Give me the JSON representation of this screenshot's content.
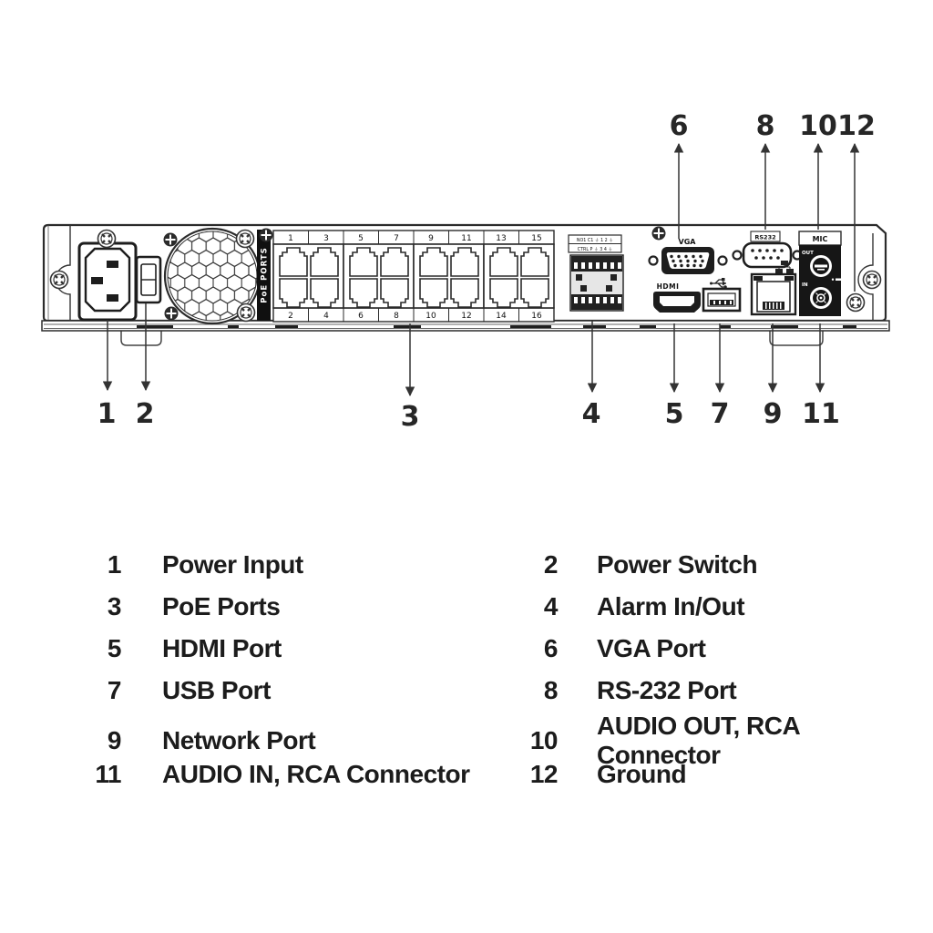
{
  "diagram": {
    "poe_strip_label": "PoE PORTS",
    "poe_labels_top": [
      "1",
      "3",
      "5",
      "7",
      "9",
      "11",
      "13",
      "15"
    ],
    "poe_labels_bottom": [
      "2",
      "4",
      "6",
      "8",
      "10",
      "12",
      "14",
      "16"
    ],
    "alarm_row1": "NO1 C1 ⏚ 1 2 ⏚",
    "alarm_row2": "CTRL P ⏚ 3 4 ⏚",
    "vga_label": "VGA",
    "rs232_label": "RS232",
    "hdmi_label": "HDMI",
    "mic_label": "MIC",
    "mic_out_label": "OUT",
    "mic_in_label": "IN",
    "callouts_top": [
      "6",
      "8",
      "10",
      "12"
    ],
    "callouts_bottom": [
      "1",
      "2",
      "3",
      "4",
      "5",
      "7",
      "9",
      "11"
    ]
  },
  "legend": {
    "items": [
      {
        "num": "1",
        "label": "Power Input"
      },
      {
        "num": "2",
        "label": "Power Switch"
      },
      {
        "num": "3",
        "label": "PoE Ports"
      },
      {
        "num": "4",
        "label": "Alarm In/Out"
      },
      {
        "num": "5",
        "label": "HDMI Port"
      },
      {
        "num": "6",
        "label": "VGA Port"
      },
      {
        "num": "7",
        "label": "USB Port"
      },
      {
        "num": "8",
        "label": "RS-232 Port"
      },
      {
        "num": "9",
        "label": "Network Port"
      },
      {
        "num": "10",
        "label": "AUDIO OUT, RCA Connector"
      },
      {
        "num": "11",
        "label": "AUDIO IN, RCA Connector"
      },
      {
        "num": "12",
        "label": "Ground"
      }
    ]
  }
}
